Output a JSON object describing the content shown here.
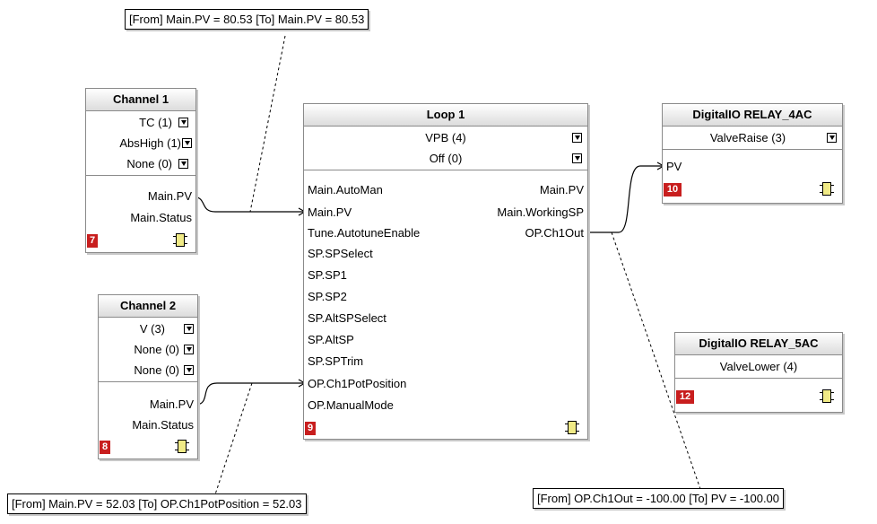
{
  "notes": {
    "top": "[From]  Main.PV = 80.53   [To]  Main.PV = 80.53",
    "bottom_left": "[From]  Main.PV = 52.03   [To]  OP.Ch1PotPosition = 52.03",
    "bottom_right": "[From]  OP.Ch1Out = -100.00   [To]  PV = -100.00"
  },
  "channel1": {
    "title": "Channel 1",
    "params": [
      "TC (1)",
      "AbsHigh (1)",
      "None (0)"
    ],
    "outputs": [
      "Main.PV",
      "Main.Status"
    ],
    "number": "7"
  },
  "channel2": {
    "title": "Channel 2",
    "params": [
      "V (3)",
      "None (0)",
      "None (0)"
    ],
    "outputs": [
      "Main.PV",
      "Main.Status"
    ],
    "number": "8"
  },
  "loop1": {
    "title": "Loop 1",
    "params": [
      "VPB (4)",
      "Off (0)"
    ],
    "inputs": [
      "Main.AutoMan",
      "Main.PV",
      "Tune.AutotuneEnable",
      "SP.SPSelect",
      "SP.SP1",
      "SP.SP2",
      "SP.AltSPSelect",
      "SP.AltSP",
      "SP.SPTrim",
      "OP.Ch1PotPosition",
      "OP.ManualMode"
    ],
    "outputs": [
      "Main.PV",
      "Main.WorkingSP",
      "OP.Ch1Out"
    ],
    "number": "9"
  },
  "relay4": {
    "title": "DigitalIO RELAY_4AC",
    "params": [
      "ValveRaise (3)"
    ],
    "inputs": [
      "PV"
    ],
    "number": "10"
  },
  "relay5": {
    "title": "DigitalIO RELAY_5AC",
    "params": [
      "ValveLower (4)"
    ],
    "number": "12"
  },
  "colors": {
    "block_number_bg": "#c81e1e",
    "chip_fill": "#f0ea86",
    "title_gradient_end": "#dcdcdc"
  },
  "icons": [
    "dropdown-arrow-icon",
    "function-block-chip-icon"
  ]
}
